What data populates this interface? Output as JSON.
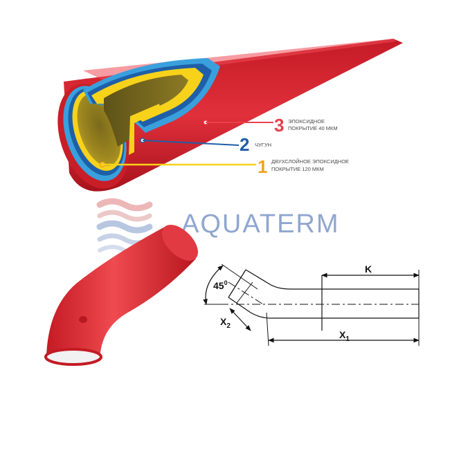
{
  "brand": {
    "name": "AQUATERM"
  },
  "layers": [
    {
      "number": "3",
      "line1": "ЭПОКСИДНОЕ",
      "line2": "ПОКРЫТИЕ 40 МКМ",
      "color": "#e8404b"
    },
    {
      "number": "2",
      "line1": "ЧУГУН",
      "line2": "",
      "color": "#1f5fa8"
    },
    {
      "number": "1",
      "line1": "ДВУХСЛОЙНОЕ ЭПОКСИДНОЕ",
      "line2": "ПОКРЫТИЕ 120 МКМ",
      "color": "#f5a21c"
    }
  ],
  "drawing": {
    "angle": "45",
    "angle_sup": "0",
    "dim_k": "K",
    "dim_x1": "X",
    "dim_x1_sub": "1",
    "dim_x2": "X",
    "dim_x2_sub": "2"
  },
  "colors": {
    "pipe_red": "#d9252f",
    "epoxy_blue": "#3aa0dd",
    "yellow": "#f7d21b",
    "logo_blue": "#6b88b8",
    "logo_red": "#e07878"
  }
}
